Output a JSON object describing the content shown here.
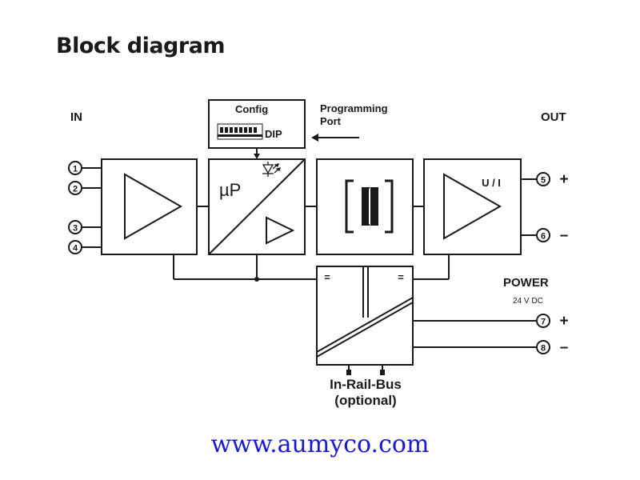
{
  "title": "Block diagram",
  "labels": {
    "in": "IN",
    "out": "OUT",
    "config": "Config",
    "dip": "DIP",
    "programming_port_line1": "Programming",
    "programming_port_line2": "Port",
    "microprocessor": "µP",
    "ui": "U / I",
    "power": "POWER",
    "power_voltage": "24 V DC",
    "in_rail_bus": "In-Rail-Bus",
    "optional": "(optional)",
    "eq1": "=",
    "eq2": "="
  },
  "input_terminals": [
    "1",
    "2",
    "3",
    "4"
  ],
  "output_terminals": [
    {
      "number": "5",
      "sign": "+"
    },
    {
      "number": "6",
      "sign": "–"
    }
  ],
  "power_terminals": [
    {
      "number": "7",
      "sign": "+"
    },
    {
      "number": "8",
      "sign": "–"
    }
  ],
  "website": "www.aumyco.com",
  "colors": {
    "line": "#1a1a1a",
    "website": "#1a1acc"
  }
}
